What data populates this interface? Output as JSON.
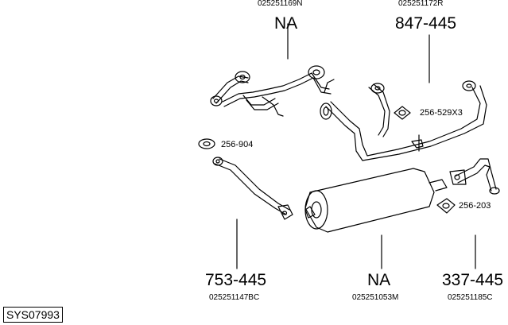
{
  "diagram": {
    "top_left": {
      "big": "NA",
      "code": "025251169N"
    },
    "top_right": {
      "big": "847-445",
      "code": "025251172R"
    },
    "bottom_left": {
      "big": "753-445",
      "code": "025251147BC"
    },
    "bottom_mid": {
      "big": "NA",
      "code": "025251053M"
    },
    "bottom_right": {
      "big": "337-445",
      "code": "025251185C"
    },
    "gasket_1": "256-529X3",
    "gasket_2": "256-904",
    "gasket_3": "256-203",
    "system_code": "SYS07993"
  }
}
